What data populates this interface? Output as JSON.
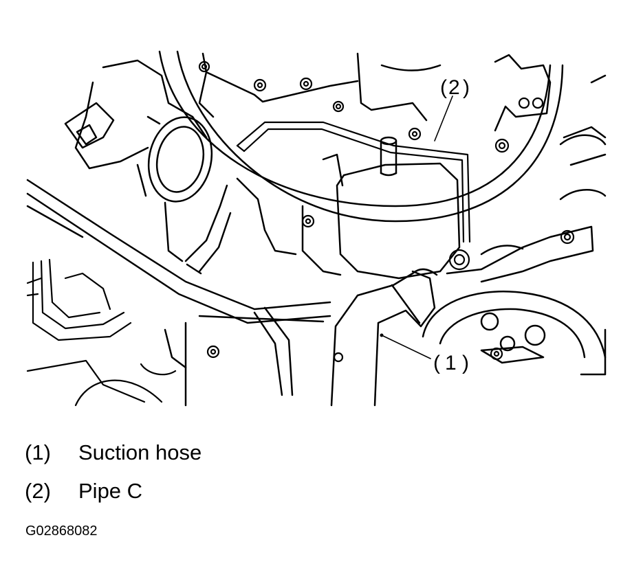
{
  "callouts": [
    {
      "number": "(1)",
      "label": "Suction hose"
    },
    {
      "number": "(2)",
      "label": "Pipe C"
    }
  ],
  "diagram_markers": {
    "marker_1": "1",
    "marker_2": "2"
  },
  "figure_code": "G02868082"
}
